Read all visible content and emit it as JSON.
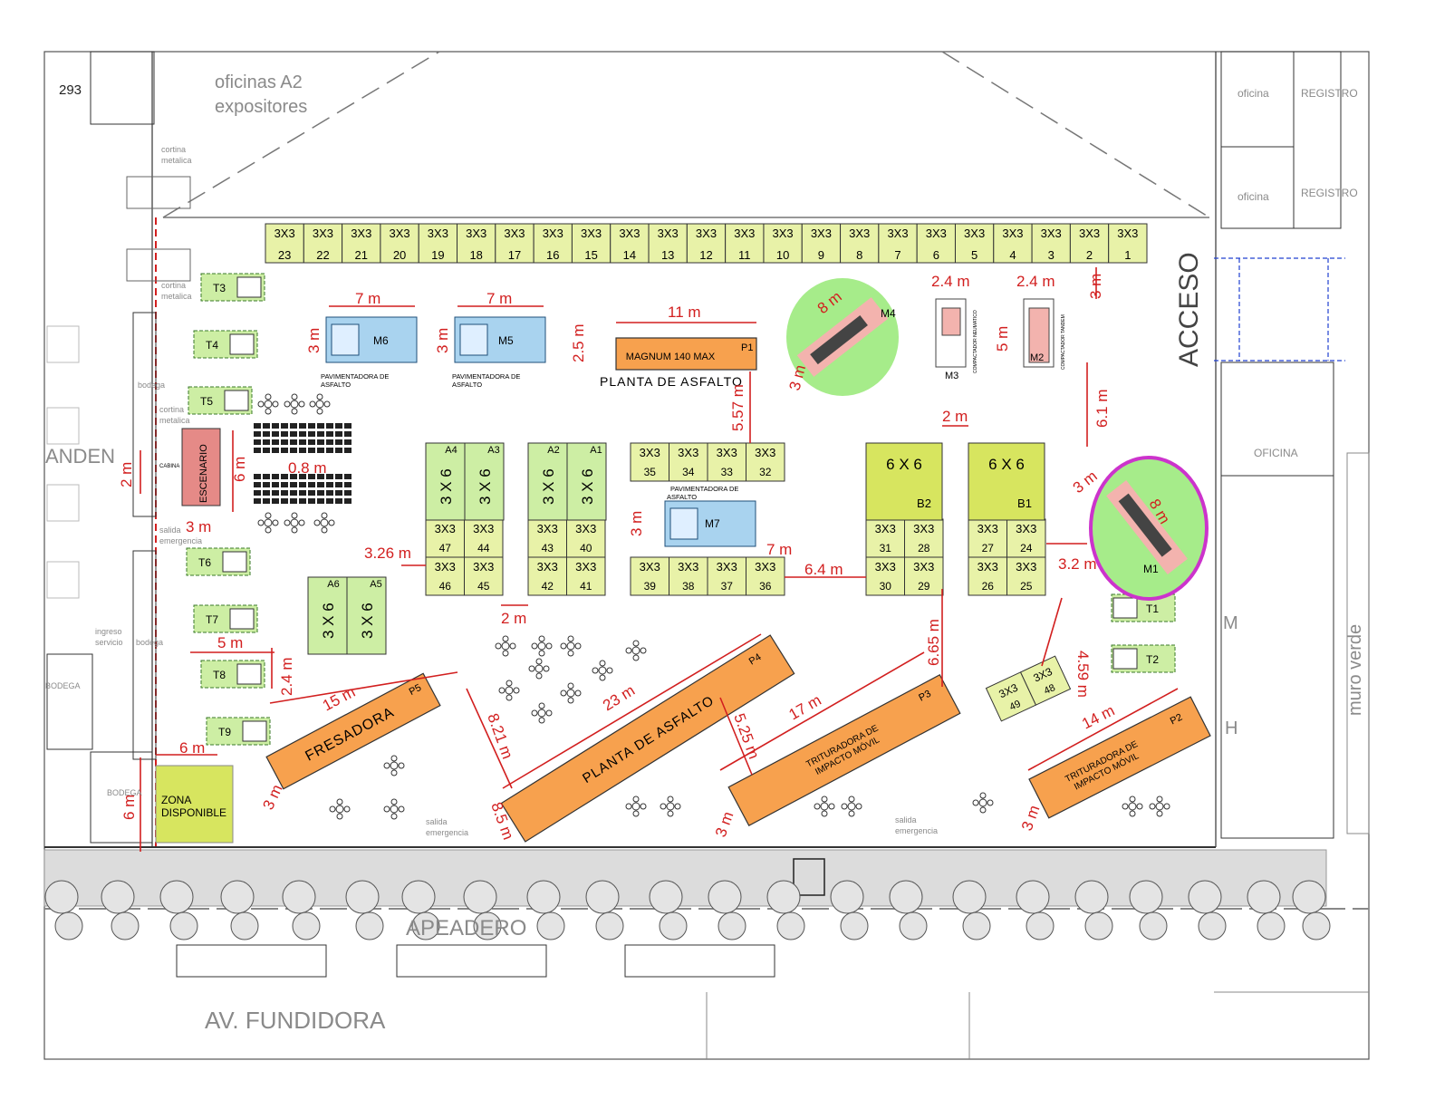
{
  "top_labels": {
    "num293": "293",
    "oficinas1": "oficinas A2",
    "oficinas2": "expositores",
    "cortina": "cortina",
    "metalica": "metalica",
    "oficina": "oficina",
    "registro": "REGISTRO",
    "acceso": "ACCESO",
    "anden": "ANDEN",
    "oficina_caps": "OFICINA",
    "muro_verde": "muro verde",
    "bodega": "bodega",
    "bodega_caps": "BODEGA",
    "ingreso1": "ingreso",
    "ingreso2": "servicio",
    "salida1": "salida",
    "salida2": "emergencia",
    "cabina": "CABINA",
    "apeadero": "APEADERO",
    "avenida": "AV. FUNDIDORA",
    "zona1": "ZONA",
    "zona2": "DISPONIBLE",
    "escenario": "ESCENARIO",
    "m_letter": "M",
    "h_letter": "H"
  },
  "booths_top": {
    "size": "3X3",
    "numbers": [
      "23",
      "22",
      "21",
      "20",
      "19",
      "18",
      "17",
      "16",
      "15",
      "14",
      "13",
      "12",
      "11",
      "10",
      "9",
      "8",
      "7",
      "6",
      "5",
      "4",
      "3",
      "2",
      "1"
    ]
  },
  "booths_mid": [
    {
      "size": "3X3",
      "num": "35"
    },
    {
      "size": "3X3",
      "num": "34"
    },
    {
      "size": "3X3",
      "num": "33"
    },
    {
      "size": "3X3",
      "num": "32"
    },
    {
      "size": "3X3",
      "num": "39"
    },
    {
      "size": "3X3",
      "num": "38"
    },
    {
      "size": "3X3",
      "num": "37"
    },
    {
      "size": "3X3",
      "num": "36"
    },
    {
      "size": "3X3",
      "num": "47"
    },
    {
      "size": "3X3",
      "num": "44"
    },
    {
      "size": "3X3",
      "num": "46"
    },
    {
      "size": "3X3",
      "num": "45"
    },
    {
      "size": "3X3",
      "num": "43"
    },
    {
      "size": "3X3",
      "num": "40"
    },
    {
      "size": "3X3",
      "num": "42"
    },
    {
      "size": "3X3",
      "num": "41"
    },
    {
      "size": "3X3",
      "num": "31"
    },
    {
      "size": "3X3",
      "num": "28"
    },
    {
      "size": "3X3",
      "num": "30"
    },
    {
      "size": "3X3",
      "num": "29"
    },
    {
      "size": "3X3",
      "num": "27"
    },
    {
      "size": "3X3",
      "num": "24"
    },
    {
      "size": "3X3",
      "num": "26"
    },
    {
      "size": "3X3",
      "num": "25"
    },
    {
      "size": "3X3",
      "num": "49"
    },
    {
      "size": "3X3",
      "num": "48"
    }
  ],
  "booths_6x6": [
    {
      "size": "6 X 6",
      "id": "B2"
    },
    {
      "size": "6 X 6",
      "id": "B1"
    }
  ],
  "booths_a": [
    {
      "id": "A4",
      "size": "3 X 6"
    },
    {
      "id": "A3",
      "size": "3 X 6"
    },
    {
      "id": "A2",
      "size": "3 X 6"
    },
    {
      "id": "A1",
      "size": "3 X 6"
    },
    {
      "id": "A6",
      "size": "3 X 6"
    },
    {
      "id": "A5",
      "size": "3 X 6"
    }
  ],
  "trucks": [
    "T3",
    "T4",
    "T5",
    "T6",
    "T7",
    "T8",
    "T9",
    "T1",
    "T2"
  ],
  "machines": {
    "m6": "M6",
    "m5": "M5",
    "m7": "M7",
    "m4": "M4",
    "m3": "M3",
    "m2": "M2",
    "m1": "M1",
    "pav": "PAVIMENTADORA DE",
    "asf": "ASFALTO",
    "comp_neu": "COMPACTADOR NEUMATICO",
    "comp_tan": "COMPACTADOR TANDEM"
  },
  "plants": {
    "p1_name": "MAGNUM 140 MAX",
    "p1_id": "P1",
    "p1_title": "PLANTA DE ASFALTO",
    "p5_name": "FRESADORA",
    "p5_id": "P5",
    "p4_name": "PLANTA DE ASFALTO",
    "p4_id": "P4",
    "p3_name1": "TRITURADORA DE",
    "p3_name2": "IMPACTO MÓVIL",
    "p3_id": "P3",
    "p2_name1": "TRITURADORA DE",
    "p2_name2": "IMPACTO MÓVIL",
    "p2_id": "P2"
  },
  "dims": {
    "d7m": "7 m",
    "d11m": "11 m",
    "d3m": "3 m",
    "d25m": "2.5 m",
    "d557": "5.57 m",
    "d8m": "8 m",
    "d24m": "2.4 m",
    "d5m": "5 m",
    "d61": "6.1 m",
    "d2m": "2 m",
    "d6m": "6 m",
    "d08": "0.8 m",
    "d326": "3.26 m",
    "d64": "6.4 m",
    "d32": "3.2 m",
    "d459": "4.59 m",
    "d665": "6.65 m",
    "d15m": "15 m",
    "d23m": "23 m",
    "d17m": "17 m",
    "d14m": "14 m",
    "d821": "8.21 m",
    "d525": "5.25 m",
    "d85": "8.5 m"
  }
}
